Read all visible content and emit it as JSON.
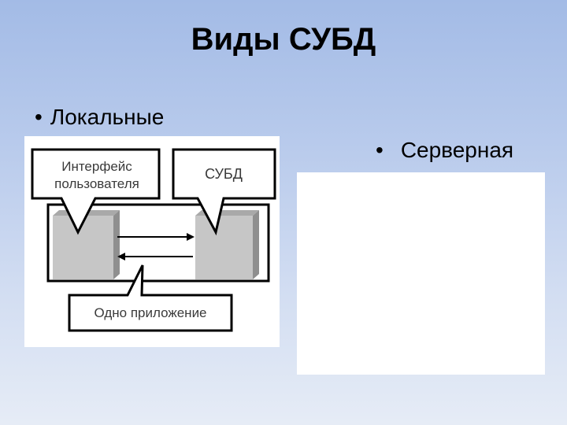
{
  "title": "Виды СУБД",
  "bullets": {
    "local": "Локальные",
    "server": "Серверная",
    "marker": "•"
  },
  "diagram": {
    "interface_label_line1": "Интерфейс",
    "interface_label_line2": "пользователя",
    "dbms_label": "СУБД",
    "app_label": "Одно приложение"
  },
  "colors": {
    "background_top": "#a3bbe6",
    "background_bottom": "#e6ecf6",
    "box_fill": "#c6c6c6",
    "box_top": "#a9a9a9",
    "box_side": "#8f8f8f",
    "outline": "#000000",
    "label_text": "#3a3a3a"
  }
}
